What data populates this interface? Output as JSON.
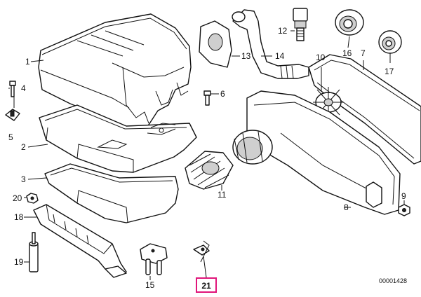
{
  "diagram": {
    "drawing_number": "00001428",
    "highlighted_part": "21",
    "colors": {
      "highlight": "#e0157a",
      "line": "#111111",
      "background": "#ffffff"
    },
    "callouts": {
      "c1": "1",
      "c2": "2",
      "c3": "3",
      "c4": "4",
      "c5": "5",
      "c6": "6",
      "c7": "7",
      "c8": "8",
      "c9": "9",
      "c10": "10",
      "c11": "11",
      "c12": "12",
      "c13": "13",
      "c14": "14",
      "c15": "15",
      "c16": "16",
      "c17": "17",
      "c18": "18",
      "c19": "19",
      "c20": "20",
      "c21": "21"
    }
  }
}
